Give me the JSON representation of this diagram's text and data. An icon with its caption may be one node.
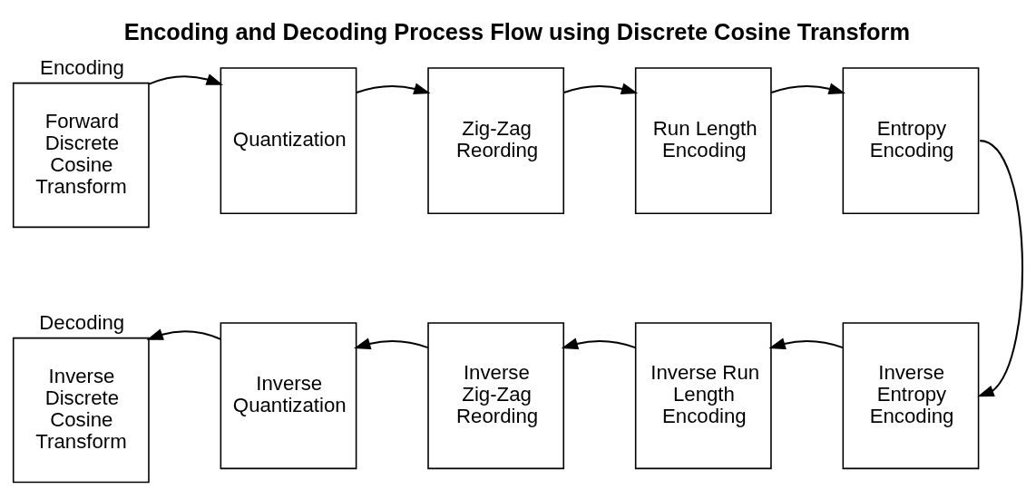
{
  "diagram": {
    "title": "Encoding and Decoding Process Flow using Discrete Cosine Transform",
    "nodes": [
      {
        "text": [
          "Forward Discrete Cosine Transform"
        ],
        "beside": [
          "Encoding"
        ]
      },
      {
        "text": [
          "Quantization"
        ]
      },
      {
        "text": [
          "Zig-Zag Reording"
        ]
      },
      {
        "text": [
          "Run Length Encoding"
        ]
      },
      {
        "text": [
          "Entropy Encoding"
        ]
      },
      {
        "text": [
          "Inverse Discrete Cosine Transform"
        ],
        "beside": [
          "Decoding"
        ]
      },
      {
        "text": [
          "Inverse Quantization"
        ]
      },
      {
        "text": [
          "Inverse Zig-Zag Reording"
        ]
      },
      {
        "text": [
          "Inverse Run Length Encoding"
        ]
      },
      {
        "text": [
          "Inverse Entropy Encoding"
        ]
      }
    ],
    "edges": [
      {
        "from": 0,
        "to": 1,
        "arrow": "to"
      },
      {
        "from": 1,
        "to": 2,
        "arrow": "to"
      },
      {
        "from": 2,
        "to": 3,
        "arrow": "to"
      },
      {
        "from": 3,
        "to": 4,
        "arrow": "to"
      },
      {
        "from": 4,
        "to": 9,
        "arrow": "to"
      },
      {
        "from": 9,
        "to": 8,
        "arrow": "to"
      },
      {
        "from": 8,
        "to": 7,
        "arrow": "to"
      },
      {
        "from": 7,
        "to": 6,
        "arrow": "to"
      },
      {
        "from": 6,
        "to": 5,
        "arrow": "to"
      }
    ]
  }
}
